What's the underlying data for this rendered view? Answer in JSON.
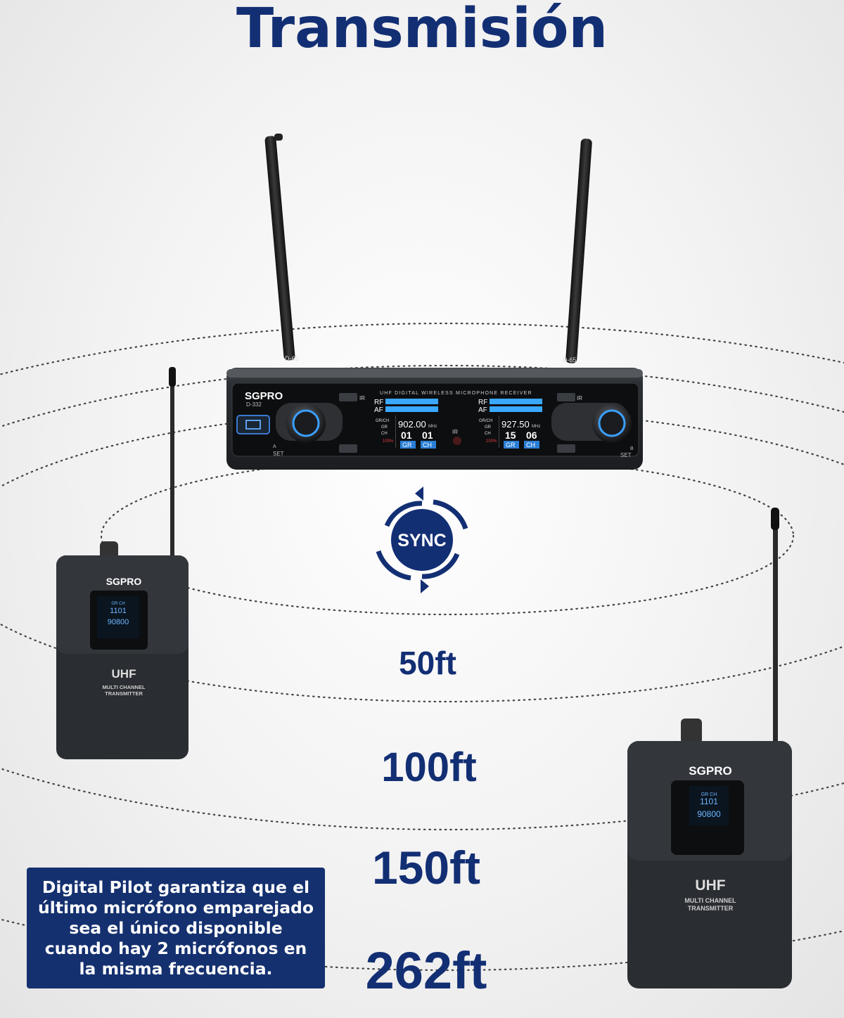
{
  "title": "Transmisión",
  "receiver": {
    "brand": "SGPRO",
    "model": "D-332",
    "header_text": "UHF DIGITAL WIRELESS MICROPHONE RECEIVER",
    "antenna_label": "D-65",
    "ir_label": "IR",
    "set_label": "SET",
    "rf_label": "RF",
    "af_label": "AF",
    "grch_label": "GR/CH",
    "gr_label": "GR",
    "ch_label": "CH",
    "battery_text": "100%",
    "channel_a": {
      "side": "A",
      "freq": "902.00",
      "unit": "MHz",
      "gr": "01",
      "ch": "01"
    },
    "channel_b": {
      "side": "B",
      "freq": "927.50",
      "unit": "MHz",
      "gr": "15",
      "ch": "06"
    }
  },
  "sync_label": "SYNC",
  "distances": [
    "50ft",
    "100ft",
    "150ft",
    "262ft"
  ],
  "transmitter": {
    "brand": "SGPRO",
    "band": "UHF",
    "line1": "MULTI CHANNEL",
    "line2": "TRANSMITTER",
    "lcd_header": "GR CH",
    "lcd_line1": "1101",
    "lcd_line2": "90800"
  },
  "note_text": "Digital Pilot garantiza que el último micrófono emparejado sea el único disponible cuando hay 2 micrófonos en la misma frecuencia.",
  "colors": {
    "brand_blue": "#132f74",
    "lcd_blue": "#2a7fd6",
    "device_dark": "#2a2d31"
  }
}
